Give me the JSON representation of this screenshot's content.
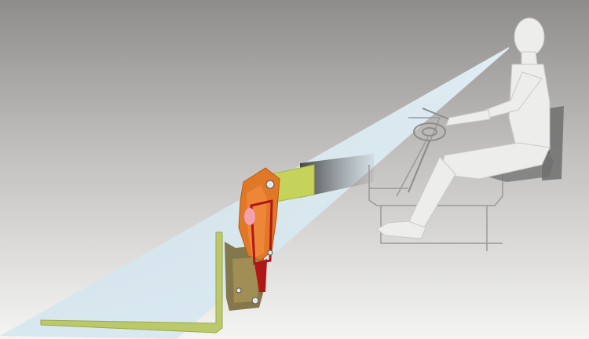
{
  "colors": {
    "background_top": "#8f8d8b",
    "background_bottom": "#f4f4f2",
    "sight_beam": "#d7eaf4",
    "driver": "#ededec",
    "driver_outline": "#c9c9c9",
    "machine_lines": "#9a9a9a",
    "seat": "#6f6f6f",
    "fork": "#bcc96a",
    "carriage": "#7a6a3a",
    "cylinder_orange": "#e07828",
    "cylinder_red": "#b01818",
    "cylinder_pink": "#f3a0b0",
    "boom_green": "#c6d35a",
    "boom_shadow": "#4a4a4a"
  },
  "icons": {
    "driver": "seated-operator-figure",
    "seat": "operator-seat",
    "steering": "steering-wheel",
    "fork": "pallet-fork",
    "carriage": "fork-carriage",
    "tilt_cylinder": "tilt-cylinder",
    "boom": "telescopic-boom"
  }
}
